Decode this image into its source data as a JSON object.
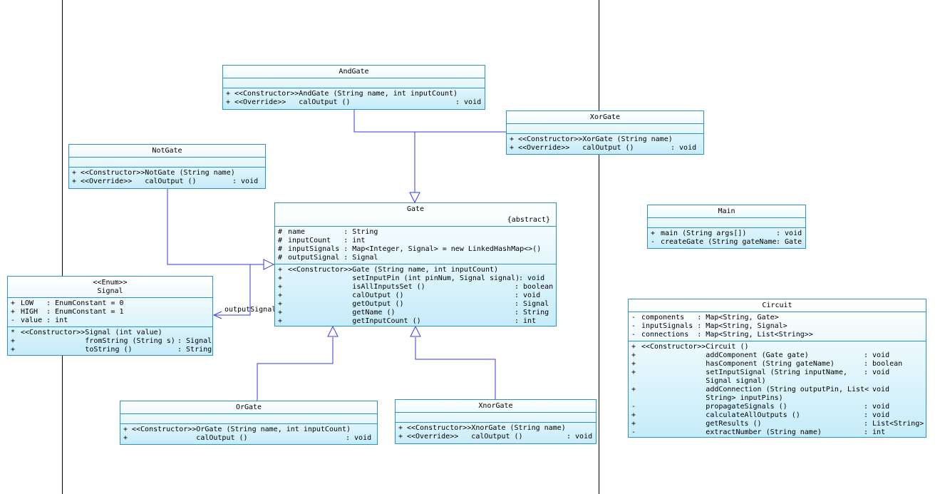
{
  "classes": {
    "andgate": {
      "name": "AndGate",
      "attributes": [],
      "operations": [
        {
          "vis": "+",
          "text": "<<Constructor>>AndGate (String name, int inputCount)",
          "type": ""
        },
        {
          "vis": "+",
          "text": "<<Override>>   calOutput ()",
          "type": ": void"
        }
      ]
    },
    "xorgate": {
      "name": "XorGate",
      "attributes": [],
      "operations": [
        {
          "vis": "+",
          "text": "<<Constructor>>XorGate (String name)",
          "type": ""
        },
        {
          "vis": "+",
          "text": "<<Override>>   calOutput ()",
          "type": ": void"
        }
      ]
    },
    "notgate": {
      "name": "NotGate",
      "attributes": [],
      "operations": [
        {
          "vis": "+",
          "text": "<<Constructor>>NotGate (String name)",
          "type": ""
        },
        {
          "vis": "+",
          "text": "<<Override>>   calOutput ()",
          "type": ": void"
        }
      ]
    },
    "gate": {
      "name": "Gate",
      "modifier": "{abstract}",
      "attributes": [
        {
          "vis": "#",
          "text": "name         : String"
        },
        {
          "vis": "#",
          "text": "inputCount   : int"
        },
        {
          "vis": "#",
          "text": "inputSignals : Map<Integer, Signal> = new LinkedHashMap<>()"
        },
        {
          "vis": "#",
          "text": "outputSignal : Signal"
        }
      ],
      "operations": [
        {
          "vis": "+",
          "text": "<<Constructor>>Gate (String name, int inputCount)",
          "type": ""
        },
        {
          "vis": "+",
          "text": "               setInputPin (int pinNum, Signal signal)",
          "type": ": void"
        },
        {
          "vis": "+",
          "text": "               isAllInputsSet ()",
          "type": ": boolean"
        },
        {
          "vis": "+",
          "text": "               calOutput ()",
          "type": ": void"
        },
        {
          "vis": "+",
          "text": "               getOutput ()",
          "type": ": Signal"
        },
        {
          "vis": "+",
          "text": "               getName ()",
          "type": ": String"
        },
        {
          "vis": "+",
          "text": "               getInputCount ()",
          "type": ": int"
        }
      ]
    },
    "signal": {
      "stereotype": "<<Enum>>",
      "name": "Signal",
      "attributes": [
        {
          "vis": "+",
          "text": "LOW   : EnumConstant = 0"
        },
        {
          "vis": "+",
          "text": "HIGH  : EnumConstant = 1"
        },
        {
          "vis": "-",
          "text": "value : int"
        }
      ],
      "operations": [
        {
          "vis": "*",
          "text": "<<Constructor>>Signal (int value)",
          "type": ""
        },
        {
          "vis": "+",
          "text": "               fromString (String s)",
          "type": ": Signal"
        },
        {
          "vis": "+",
          "text": "               toString ()",
          "type": ": String"
        }
      ]
    },
    "main": {
      "name": "Main",
      "attributes": [],
      "operations": [
        {
          "vis": "+",
          "text": "main (String args[])",
          "type": ": void"
        },
        {
          "vis": "-",
          "text": "createGate (String gateName)",
          "type": ": Gate"
        }
      ]
    },
    "circuit": {
      "name": "Circuit",
      "attributes": [
        {
          "vis": "-",
          "text": "components   : Map<String, Gate>"
        },
        {
          "vis": "-",
          "text": "inputSignals : Map<String, Signal>"
        },
        {
          "vis": "-",
          "text": "connections  : Map<String, List<String>>"
        }
      ],
      "operations": [
        {
          "vis": "+",
          "text": "<<Constructor>>Circuit ()",
          "type": ""
        },
        {
          "vis": "+",
          "text": "               addComponent (Gate gate)",
          "type": ": void"
        },
        {
          "vis": "+",
          "text": "               hasComponent (String gateName)",
          "type": ": boolean"
        },
        {
          "vis": "+",
          "text": "               setInputSignal (String inputName,",
          "text2": "               Signal signal)",
          "type": ": void"
        },
        {
          "vis": "+",
          "text": "               addConnection (String outputPin, List<",
          "text2": "               String> inputPins)",
          "type": "void"
        },
        {
          "vis": "-",
          "text": "               propagateSignals ()",
          "type": ": void"
        },
        {
          "vis": "+",
          "text": "               calculateAllOutputs ()",
          "type": ": void"
        },
        {
          "vis": "+",
          "text": "               getResults ()",
          "type": ": List<String>"
        },
        {
          "vis": "-",
          "text": "               extractNumber (String name)",
          "type": ": int"
        }
      ]
    },
    "orgate": {
      "name": "OrGate",
      "attributes": [],
      "operations": [
        {
          "vis": "+",
          "text": "<<Constructor>>OrGate (String name, int inputCount)",
          "type": ""
        },
        {
          "vis": "+",
          "text": "               calOutput ()",
          "type": ": void"
        }
      ]
    },
    "xnorgate": {
      "name": "XnorGate",
      "attributes": [],
      "operations": [
        {
          "vis": "+",
          "text": "<<Constructor>>XnorGate (String name)",
          "type": ""
        },
        {
          "vis": "+",
          "text": "<<Override>>   calOutput ()",
          "type": ": void"
        }
      ]
    }
  },
  "associations": {
    "gate_signal": {
      "role": "outputSignal"
    }
  },
  "colors": {
    "border": "#2a93c6",
    "fill_top": "#ffffff",
    "fill_bottom": "#c6ecf9",
    "connector": "#3a3ae0"
  }
}
